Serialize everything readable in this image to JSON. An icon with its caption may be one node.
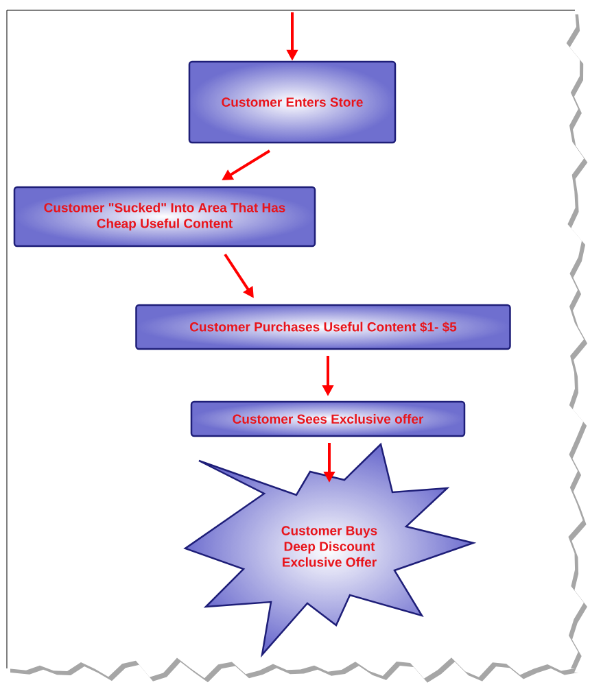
{
  "diagram": {
    "nodes": [
      {
        "text": [
          "Customer Enters Store"
        ]
      },
      {
        "text": [
          "Customer \"Sucked\" Into Area That Has Cheap Useful Content"
        ]
      },
      {
        "text": [
          "Customer Purchases Useful Content $1- $5"
        ]
      },
      {
        "text": [
          "Customer Sees Exclusive offer"
        ]
      },
      {
        "text": [
          "Customer Buys Deep Discount Exclusive Offer"
        ]
      }
    ],
    "edges": [
      {
        "from": null,
        "to": 0,
        "arrow": "to"
      },
      {
        "from": 0,
        "to": 1,
        "arrow": "to"
      },
      {
        "from": 1,
        "to": 2,
        "arrow": "to"
      },
      {
        "from": 2,
        "to": 3,
        "arrow": "to"
      },
      {
        "from": 3,
        "to": 4,
        "arrow": "to"
      }
    ]
  }
}
